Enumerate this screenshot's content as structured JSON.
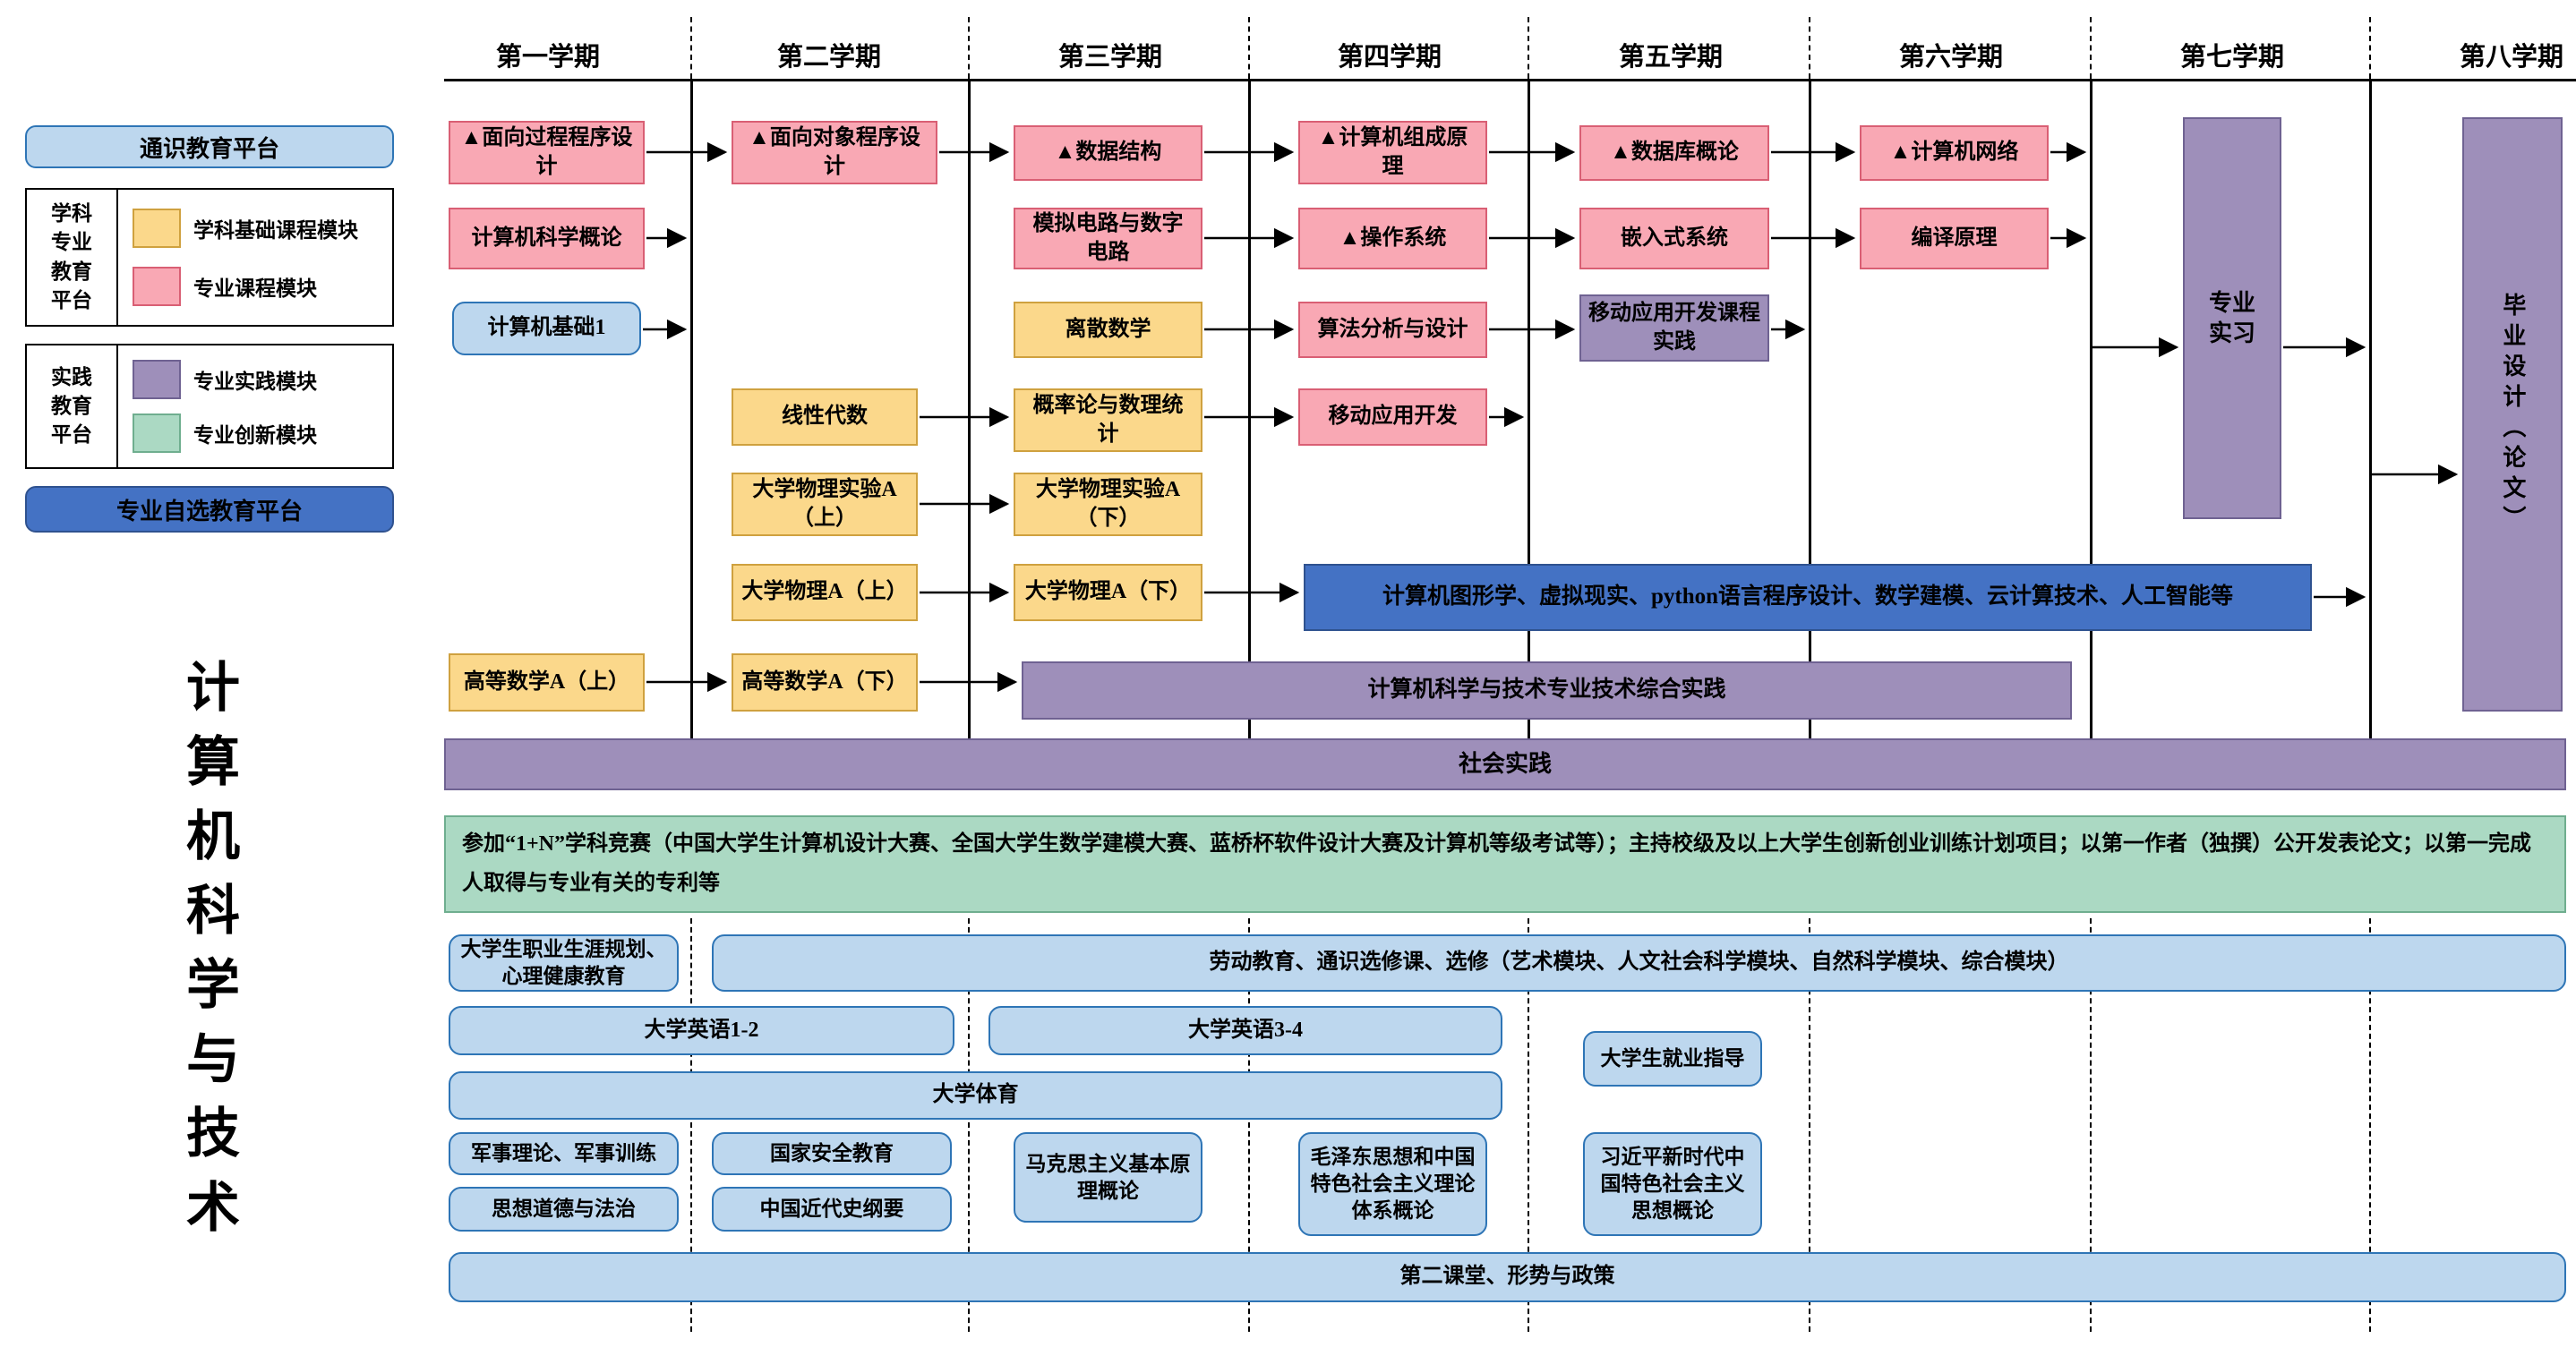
{
  "title": {
    "vertical": "计算机科学与技术"
  },
  "semesters": [
    "第一学期",
    "第二学期",
    "第三学期",
    "第四学期",
    "第五学期",
    "第六学期",
    "第七学期",
    "第八学期"
  ],
  "legend": {
    "general_platform": "通识教育平台",
    "subject_group": "学科\n专业\n教育\n平台",
    "subject_basic_module": "学科基础课程模块",
    "major_course_module": "专业课程模块",
    "practice_group": "实践\n教育\n平台",
    "practice_module": "专业实践模块",
    "innovation_module": "专业创新模块",
    "elective_platform": "专业自选教育平台",
    "colors": {
      "subject_basic": "#FBD88B",
      "major_course": "#F9A8B4",
      "practice": "#9E8FBA",
      "innovation": "#ABD9C3",
      "general": "#BDD7EE",
      "elective": "#4472C4"
    }
  },
  "courses": {
    "sem1": {
      "c1": "▲面向过程程序设计",
      "c2": "计算机科学概论",
      "c3": "计算机基础1",
      "c4": "高等数学A（上）"
    },
    "sem2": {
      "c1": "▲面向对象程序设计",
      "c2": "线性代数",
      "c3": "大学物理实验A（上）",
      "c4": "大学物理A（上）",
      "c5": "高等数学A（下）"
    },
    "sem3": {
      "c1": "▲数据结构",
      "c2": "模拟电路与数字电路",
      "c3": "离散数学",
      "c4": "概率论与数理统计",
      "c5": "大学物理实验A（下）",
      "c6": "大学物理A（下）"
    },
    "sem4": {
      "c1": "▲计算机组成原理",
      "c2": "▲操作系统",
      "c3": "算法分析与设计",
      "c4": "移动应用开发"
    },
    "sem5": {
      "c1": "▲数据库概论",
      "c2": "嵌入式系统",
      "c3": "移动应用开发课程实践"
    },
    "sem6": {
      "c1": "▲计算机网络",
      "c2": "编译原理"
    },
    "sem7": {
      "c1": "专业\n实习"
    },
    "sem8": {
      "c1": "毕业设计（论文）"
    }
  },
  "bars": {
    "elective_courses": "计算机图形学、虚拟现实、python语言程序设计、数学建模、云计算技术、人工智能等",
    "comprehensive_practice": "计算机科学与技术专业技术综合实践",
    "social_practice": "社会实践",
    "innovation_text": "参加“1+N”学科竞赛（中国大学生计算机设计大赛、全国大学生数学建模大赛、蓝桥杯软件设计大赛及计算机等级考试等）；主持校级及以上大学生创新创业训练计划项目；以第一作者（独撰）公开发表论文；以第一完成人取得与专业有关的专利等"
  },
  "general_education": {
    "career": "大学生职业生涯规划、心理健康教育",
    "labor_elective": "劳动教育、通识选修课、选修（艺术模块、人文社会科学模块、自然科学模块、综合模块）",
    "english_1_2": "大学英语1-2",
    "english_3_4": "大学英语3-4",
    "employment": "大学生就业指导",
    "pe": "大学体育",
    "military": "军事理论、军事训练",
    "national_security": "国家安全教育",
    "marxism": "马克思主义基本原理概论",
    "mao_theory": "毛泽东思想和中国特色社会主义理论体系概论",
    "xi_thought": "习近平新时代中国特色社会主义思想概论",
    "moral_law": "思想道德与法治",
    "modern_history": "中国近代史纲要",
    "second_class": "第二课堂、形势与政策"
  }
}
